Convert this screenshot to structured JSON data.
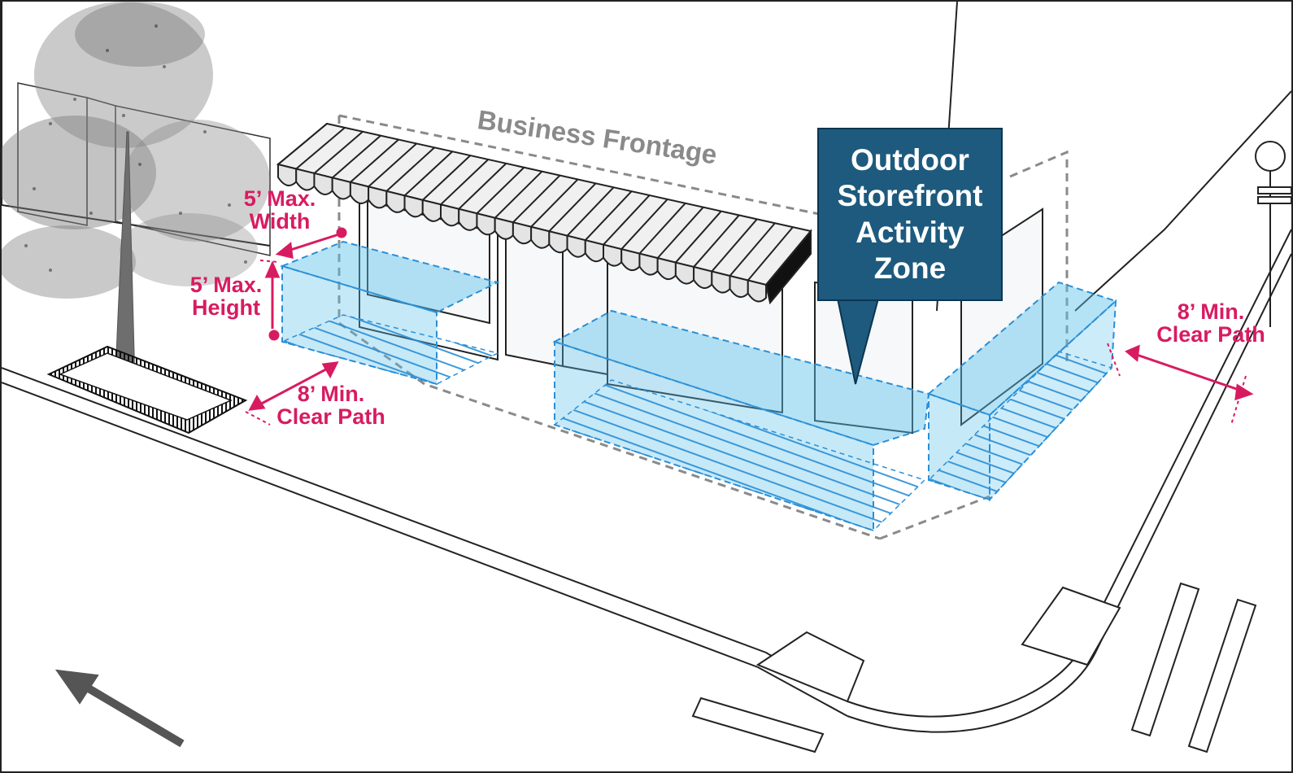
{
  "diagram": {
    "title": "Business Frontage",
    "callout": {
      "line1": "Outdoor",
      "line2": "Storefront",
      "line3": "Activity",
      "line4": "Zone"
    },
    "dimensions": {
      "max_width_line1": "5’ Max.",
      "max_width_line2": "Width",
      "max_height_line1": "5’ Max.",
      "max_height_line2": "Height",
      "clear_path_left_line1": "8’ Min.",
      "clear_path_left_line2": "Clear Path",
      "clear_path_right_line1": "8’ Min.",
      "clear_path_right_line2": "Clear Path"
    },
    "colors": {
      "zone_fill": "#5bc0eb",
      "zone_hatch": "#2a8fd6",
      "dimension_red": "#d81b60",
      "callout_bg": "#1d5a7e",
      "frontage_gray": "#8a8a8a"
    }
  }
}
